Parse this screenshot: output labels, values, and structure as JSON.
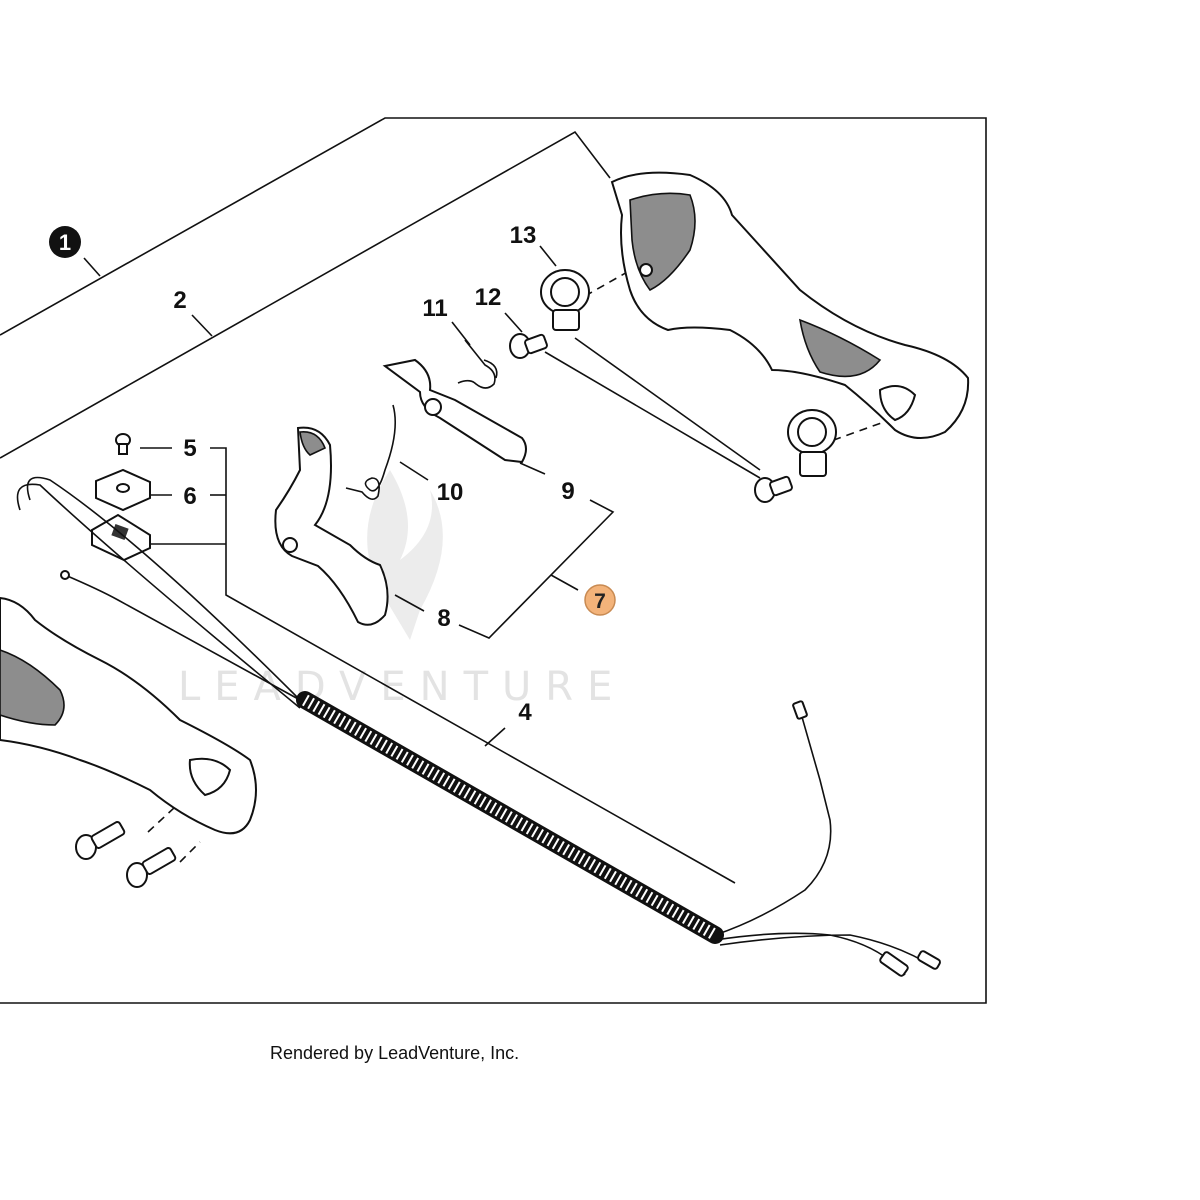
{
  "diagram": {
    "callouts": {
      "c1": "1",
      "c2": "2",
      "c4": "4",
      "c5": "5",
      "c6": "6",
      "c7": "7",
      "c8": "8",
      "c9": "9",
      "c10": "10",
      "c11": "11",
      "c12": "12",
      "c13": "13"
    },
    "highlighted_callout": "7",
    "highlight_color": "#f3b37a",
    "watermark": "LEADVENTURE",
    "footer": "Rendered by LeadVenture, Inc."
  }
}
